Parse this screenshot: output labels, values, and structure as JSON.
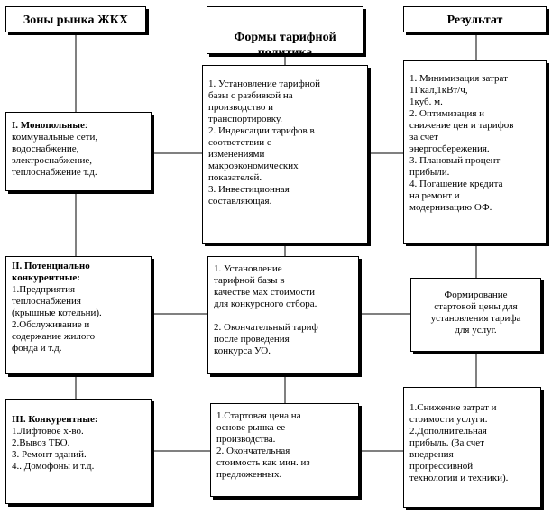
{
  "headers": {
    "zones": "Зоны рынка ЖКХ",
    "forms": "Формы тарифной\nполитика",
    "result": "Результат"
  },
  "zones": [
    {
      "title": "I. Монопольные",
      "text": ":\nкоммунальные сети,\nводоснабжение,\nэлектроснабжение,\nтеплоснабжение т.д."
    },
    {
      "title": "II. Потенциально\nконкурентные:",
      "text": "\n1.Предприятия\nтеплоснабжения\n(крышные котельни).\n2.Обслуживание и\nсодержание жилого\nфонда и т.д."
    },
    {
      "title": "III. Конкурентные:",
      "text": "\n1.Лифтовое х-во.\n2.Вывоз ТБО.\n3. Ремонт зданий.\n4.. Домофоны и т.д."
    }
  ],
  "forms": [
    "1. Установление тарифной\nбазы с разбивкой на\nпроизводство и\nтранспортировку.\n2. Индексации тарифов в\nсоответствии с\nизменениями\nмакроэкономических\nпоказателей.\n3. Инвестиционная\nсоставляющая.",
    "1. Установление\nтарифной базы в\nкачестве мах стоимости\nдля конкурсного отбора.\n\n2. Окончательный тариф\n после проведения\nконкурса УО.",
    "1.Стартовая цена  на\nоснове рынка ее\nпроизводства.\n2.  Окончательная\nстоимость как мин. из\nпредложенных."
  ],
  "results": [
    "1. Минимизация затрат\n1Гкал,1кВт/ч,\n1куб. м.\n2. Оптимизация и\nснижение цен и тарифов\nза счет\nэнергосбережения.\n3. Плановый процент\nприбыли.\n4. Погашение кредита\nна ремонт и\nмодернизацию ОФ.",
    "Формирование\nстартовой цены для\nустановления тарифа\nдля  услуг.",
    "1.Снижение затрат и\nстоимости услуги.\n2.Дополнительная\nприбыль. (За счет\nвнедрения\nпрогрессивной\nтехнологии и техники)."
  ]
}
